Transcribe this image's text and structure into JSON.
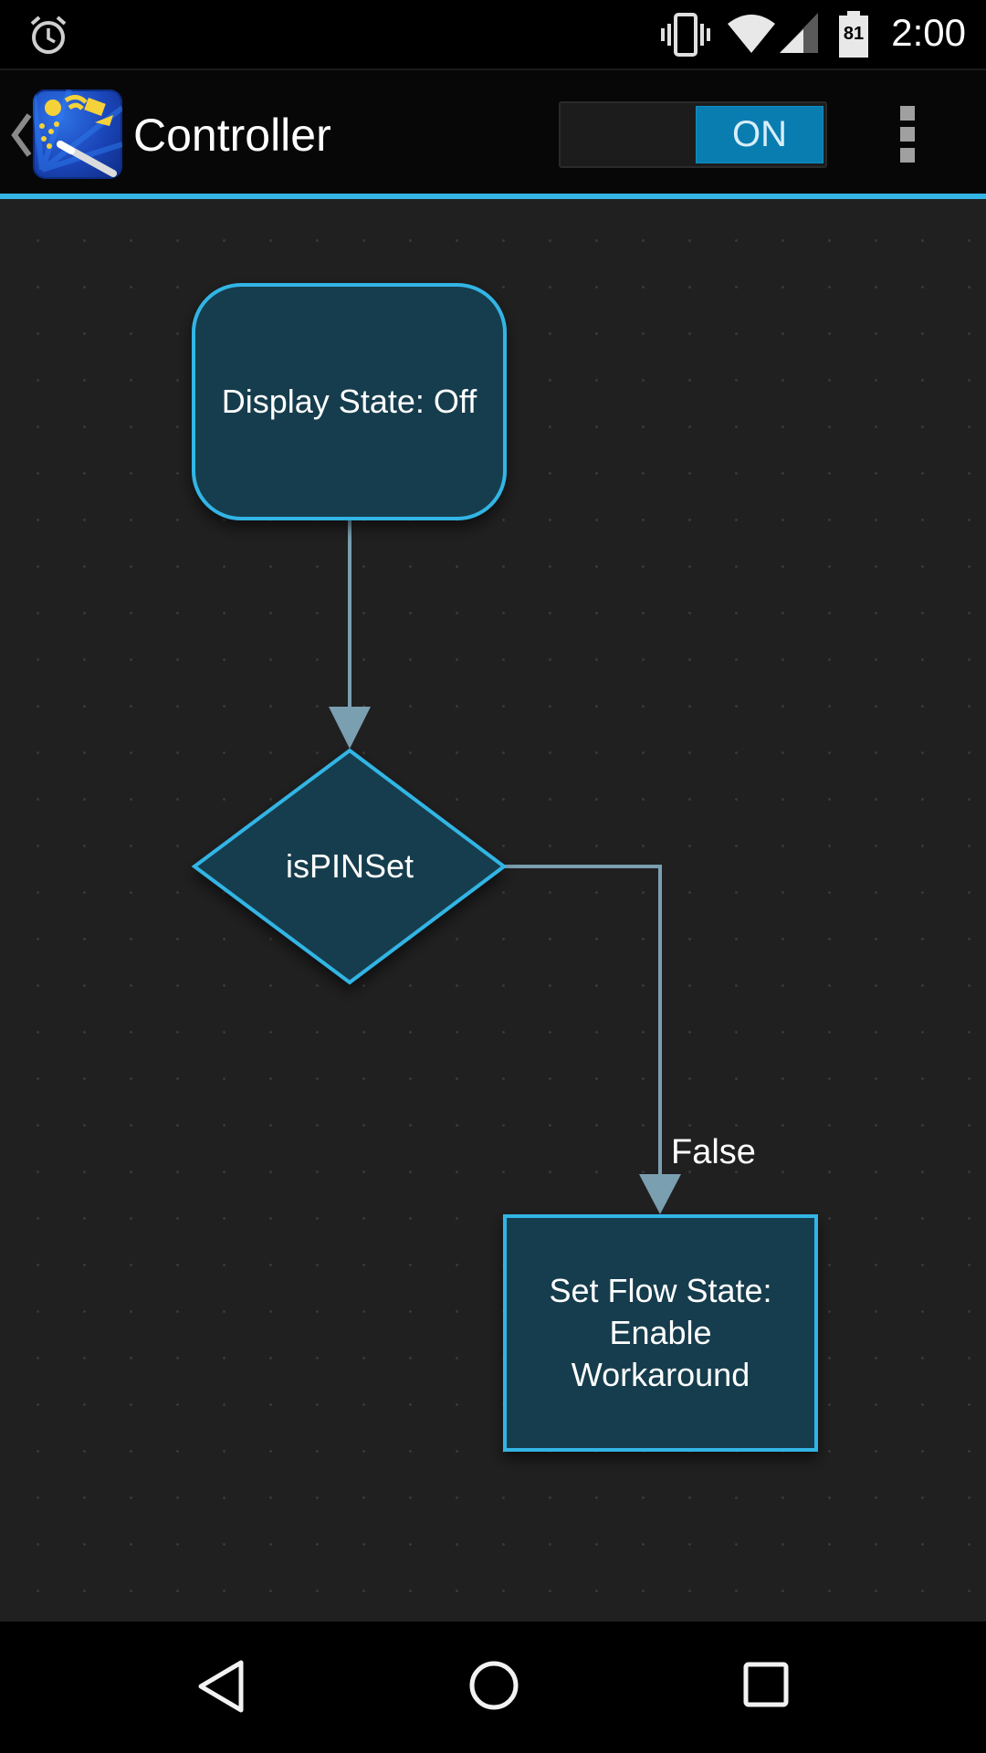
{
  "status_bar": {
    "time": "2:00",
    "battery_level": "81",
    "icons": [
      "alarm-icon",
      "vibrate-icon",
      "wifi-icon",
      "cell-signal-icon",
      "battery-icon"
    ]
  },
  "action_bar": {
    "title": "Controller",
    "toggle_label": "ON",
    "toggle_state": "on",
    "accent_color": "#33b5e5",
    "icons": [
      "back-chevron-icon",
      "app-icon",
      "overflow-menu-icon"
    ]
  },
  "flowchart": {
    "nodes": [
      {
        "id": "display_state",
        "shape": "rounded-rect",
        "label": "Display State: Off"
      },
      {
        "id": "is_pin_set",
        "shape": "diamond",
        "label": "isPINSet"
      },
      {
        "id": "set_flow_state",
        "shape": "rect",
        "label": "Set Flow State: Enable Workaround"
      }
    ],
    "edges": [
      {
        "from": "display_state",
        "to": "is_pin_set",
        "label": ""
      },
      {
        "from": "is_pin_set",
        "to": "set_flow_state",
        "label": "False"
      }
    ],
    "node_fill": "#153d4d",
    "node_border": "#33b5e5",
    "edge_color": "#7a9fb0"
  },
  "nav_bar": {
    "icons": [
      "back-icon",
      "home-icon",
      "recents-icon"
    ]
  }
}
